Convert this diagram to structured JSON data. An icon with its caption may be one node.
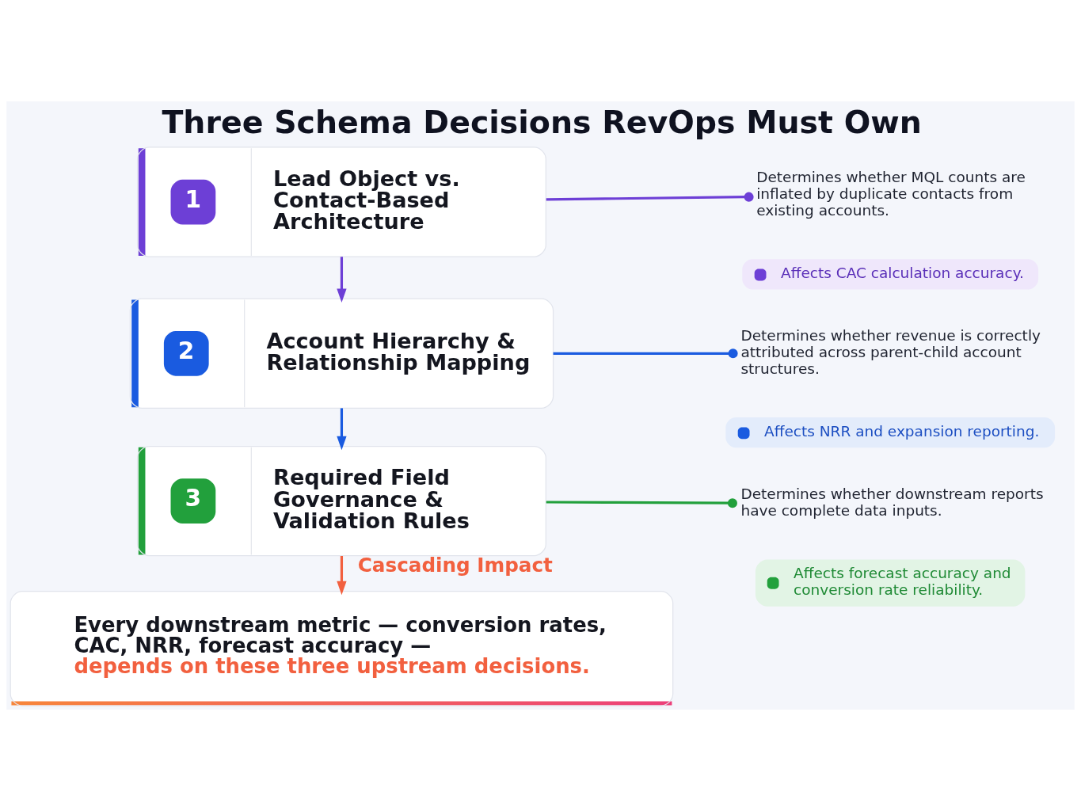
{
  "diagram": {
    "title": "Three Schema Decisions RevOps Must Own",
    "nodes": [
      {
        "text": [
          "1",
          "Lead Object vs. Contact-Based Architecture"
        ]
      },
      {
        "text": [
          "Determines whether MQL counts are inflated by duplicate contacts from existing accounts."
        ]
      },
      {
        "text": [
          "Affects CAC calculation accuracy."
        ]
      },
      {
        "text": [
          "2",
          "Account Hierarchy & Relationship Mapping"
        ]
      },
      {
        "text": [
          "Determines whether revenue is correctly attributed across parent-child account structures."
        ]
      },
      {
        "text": [
          "Affects NRR and expansion reporting."
        ]
      },
      {
        "text": [
          "3",
          "Required Field Governance & Validation Rules"
        ]
      },
      {
        "text": [
          "Determines whether downstream reports have complete data inputs."
        ]
      },
      {
        "text": [
          "Affects forecast accuracy and conversion rate reliability."
        ]
      },
      {
        "text": [
          "Every downstream metric — conversion rates, CAC, NRR, forecast accuracy —",
          "depends on these three upstream decisions."
        ]
      }
    ],
    "edges": [
      {
        "from": 0,
        "to": 1,
        "arrow": "other",
        "color": "#6d3fd6"
      },
      {
        "from": 0,
        "to": 3,
        "arrow": "to",
        "color": "#6d3fd6"
      },
      {
        "from": 3,
        "to": 4,
        "arrow": "other",
        "color": "#1a5be0"
      },
      {
        "from": 3,
        "to": 6,
        "arrow": "to",
        "color": "#1a5be0"
      },
      {
        "from": 6,
        "to": 7,
        "arrow": "other",
        "color": "#22a03c"
      },
      {
        "from": 6,
        "to": 9,
        "arrow": "to",
        "label": "Cascading Impact",
        "color": "#f2603f"
      }
    ]
  }
}
